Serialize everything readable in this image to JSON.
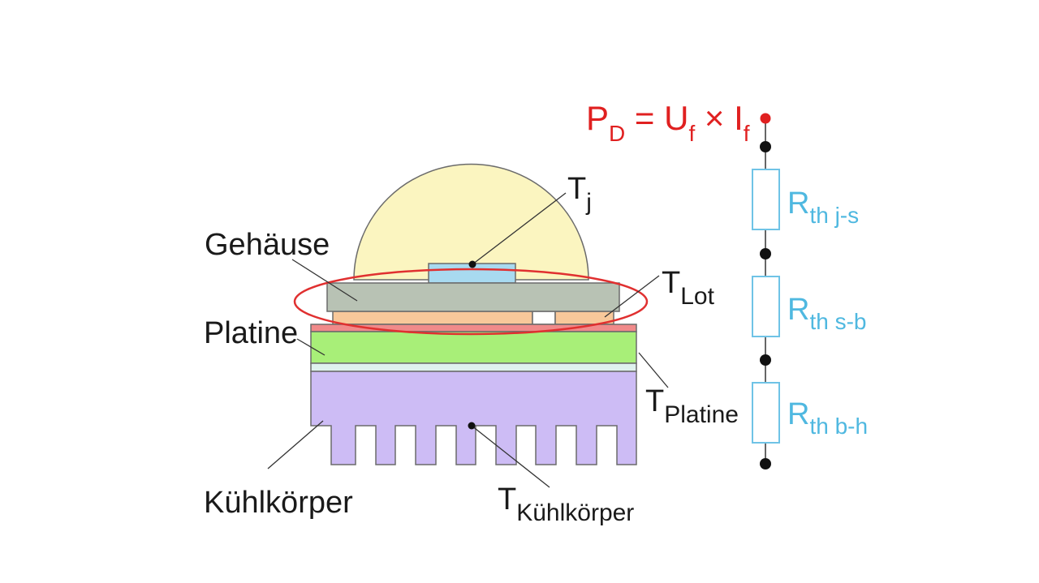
{
  "labels": {
    "gehaeuse": "Gehäuse",
    "platine": "Platine",
    "kuehlkoerper": "Kühlkörper",
    "tj_main": "T",
    "tj_sub": "j",
    "tlot_main": "T",
    "tlot_sub": "Lot",
    "tplatine_main": "T",
    "tplatine_sub": "Platine",
    "tkuehl_main": "T",
    "tkuehl_sub": "Kühlkörper"
  },
  "formula": {
    "p": "P",
    "p_sub": "D",
    "eq": " = U",
    "u_sub": "f",
    "times": " × I",
    "i_sub": "f"
  },
  "resistors": [
    {
      "main": "R",
      "sub": "th j-s"
    },
    {
      "main": "R",
      "sub": "th s-b"
    },
    {
      "main": "R",
      "sub": "th b-h"
    }
  ],
  "colors": {
    "dome": "#fbf5c0",
    "chip": "#a8daf0",
    "housing": "#b8c2b4",
    "solder": "#f8c89a",
    "pcb_top": "#f08a8a",
    "pcb": "#a8ef78",
    "insulator": "#dff2ee",
    "heatsink": "#cdbcf5",
    "ellipse": "#e03030",
    "formula": "#e02020",
    "resistor": "#4fb8e0"
  }
}
